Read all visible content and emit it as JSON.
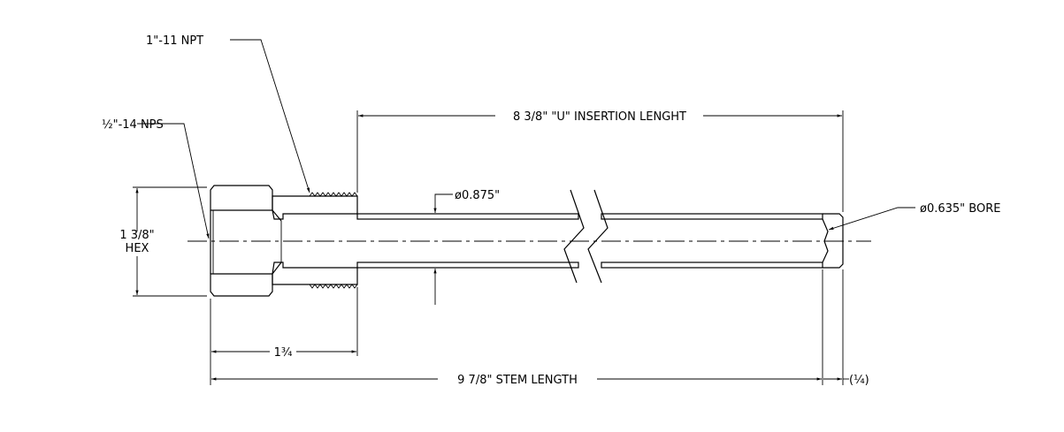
{
  "labels": {
    "npt": "1\"-11 NPT",
    "nps": "½\"-14 NPS",
    "hex_size": "1 3/8\"",
    "hex_word": "HEX",
    "insertion": "8 3/8\" \"U\" INSERTION LENGHT",
    "stem_dia": "ø0.875\"",
    "bore": "ø0.635\" BORE",
    "hex_length": "1¾",
    "stem_length": "9 7/8\" STEM LENGTH",
    "tip": "(¼)"
  },
  "colors": {
    "line": "#000000",
    "background": "#ffffff"
  }
}
